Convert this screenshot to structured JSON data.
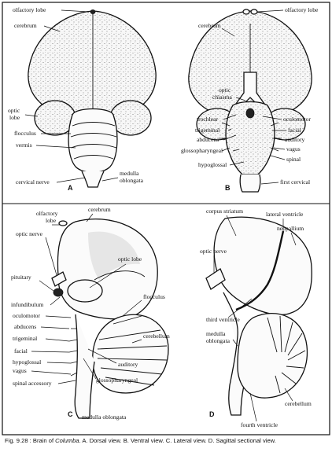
{
  "panels": {
    "A": {
      "letter": "A",
      "labels": {
        "olfactory_lobe": "olfactory lobe",
        "cerebrum": "cerebrum",
        "optic_lobe_1": "optic",
        "optic_lobe_2": "lobe",
        "flocculus": "flocculus",
        "vermis": "vermis",
        "cervical_nerve": "cervical nerve",
        "medulla_1": "medulla",
        "medulla_2": "oblongata"
      }
    },
    "B": {
      "letter": "B",
      "labels": {
        "olfactory_lobe": "olfactory lobe",
        "cerebrum": "cerebrum",
        "optic_chiasma_1": "optic",
        "optic_chiasma_2": "chiasma",
        "trochlear": "trochlear",
        "oculomotor": "oculomotor",
        "trigeminal": "trigeminal",
        "facial": "facial",
        "abducens": "abducens",
        "auditory": "auditory",
        "glossopharyngeal": "glossopharyngeal",
        "vagus": "vagus",
        "spinal": "spinal",
        "hypoglossal": "hypoglossal",
        "first_cervical": "first cervical"
      }
    },
    "C": {
      "letter": "C",
      "labels": {
        "olfactory_1": "olfactory",
        "olfactory_2": "lobe",
        "cerebrum": "cerebrum",
        "optic_nerve": "optic nerve",
        "optic_lobe": "optic lobe",
        "pituitary": "pituitary",
        "flocculus": "flocculus",
        "infundibulum": "infundibulum",
        "oculomotor": "oculomotor",
        "abducens": "abducens",
        "cerebellum": "cerebellum",
        "trigeminal": "trigeminal",
        "facial": "facial",
        "hypoglossal": "hypoglossal",
        "vagus": "vagus",
        "spinal_accessory": "spinal accessory",
        "auditory": "auditory",
        "glossopharyngeal": "glossopharyngeal",
        "medulla_oblongata": "medulla oblongata"
      }
    },
    "D": {
      "letter": "D",
      "labels": {
        "corpus_striatum": "corpus striatum",
        "lateral_ventricle": "lateral ventricle",
        "neopallium": "neopallium",
        "optic_nerve": "optic nerve",
        "third_ventricle": "third ventricle",
        "medulla_1": "medulla",
        "medulla_2": "oblongata",
        "cerebellum": "cerebellum",
        "fourth_ventricle": "fourth ventricle"
      }
    }
  },
  "caption": {
    "prefix": "Fig. 9.28 : Brain of ",
    "genus": "Columba",
    "suffix": ". A. Dorsal view. B. Ventral view. C. Lateral view. D. Sagittal sectional view."
  }
}
